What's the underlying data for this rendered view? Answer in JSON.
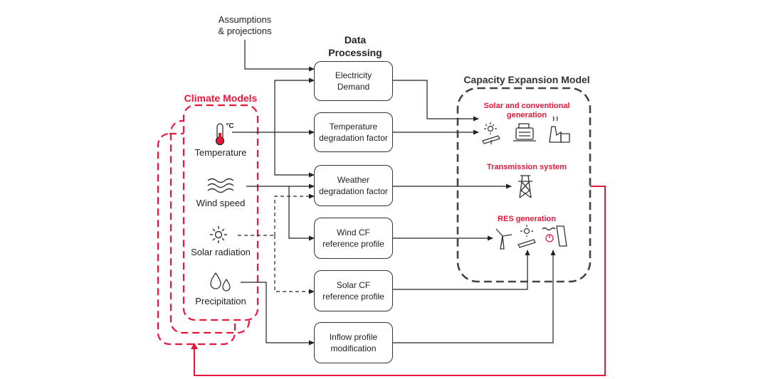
{
  "header": {
    "assumptions": "Assumptions\n& projections",
    "data_processing": "Data\nProcessing",
    "climate_models": "Climate Models",
    "capacity_model": "Capacity Expansion Model"
  },
  "climate_inputs": {
    "temperature": "Temperature",
    "temperature_unit": "°C",
    "wind_speed": "Wind speed",
    "solar_radiation": "Solar radiation",
    "precipitation": "Precipitation"
  },
  "processing_boxes": {
    "electricity_demand": "Electricity\nDemand",
    "temperature_factor": "Temperature\ndegradation factor",
    "weather_factor": "Weather\ndegradation factor",
    "wind_cf": "Wind CF\nreference profile",
    "solar_cf": "Solar CF\nreference profile",
    "inflow": "Inflow profile\nmodification"
  },
  "model_sections": {
    "solar_conventional": "Solar and conventional\ngeneration",
    "transmission": "Transmission system",
    "res": "RES generation"
  },
  "colors": {
    "accent": "#e8173a",
    "line": "#222222",
    "dash_gray": "#444444"
  }
}
